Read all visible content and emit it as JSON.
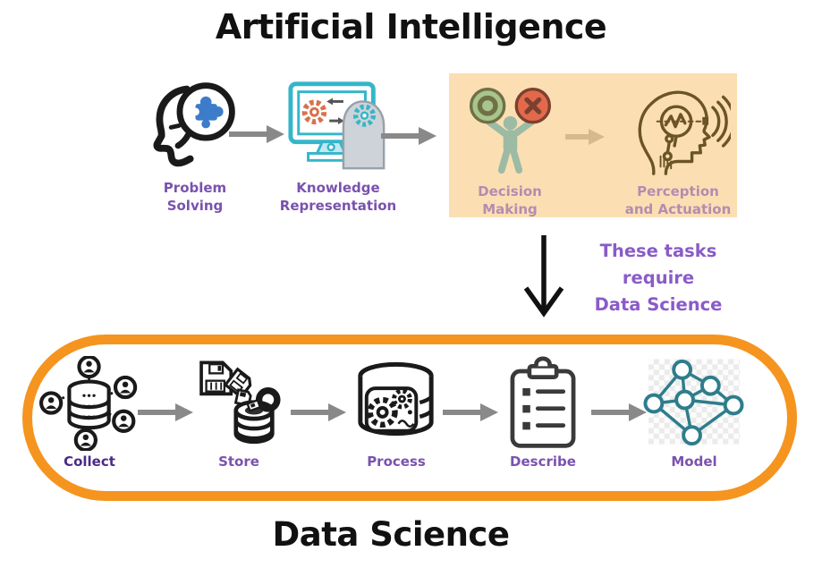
{
  "titles": {
    "top": "Artificial Intelligence",
    "bottom": "Data Science"
  },
  "connector": {
    "lines": [
      "These tasks",
      "require",
      "Data Science"
    ],
    "arrow": "down-arrow"
  },
  "ai_row": {
    "steps": [
      {
        "label": "Problem Solving",
        "icon": "head-puzzle-icon",
        "highlighted": false
      },
      {
        "label": "Knowledge Representation",
        "icon": "monitor-gears-icon",
        "highlighted": false
      },
      {
        "label": "Decision Making",
        "icon": "figure-choice-signs-icon",
        "highlighted": true
      },
      {
        "label": "Perception and Actuation",
        "icon": "cyborg-head-icon",
        "highlighted": true
      }
    ]
  },
  "ds_row": {
    "steps": [
      {
        "label": "Collect",
        "icon": "users-database-network-icon"
      },
      {
        "label": "Store",
        "icon": "floppy-disks-stack-icon"
      },
      {
        "label": "Process",
        "icon": "database-gears-icon"
      },
      {
        "label": "Describe",
        "icon": "clipboard-list-icon"
      },
      {
        "label": "Model",
        "icon": "graph-network-icon"
      }
    ]
  },
  "colors": {
    "label_purple": "#7A52AE",
    "label_muted_purple": "#B48CB0",
    "collect_label_purple": "#4B2B85",
    "note_purple": "#8A5BC8",
    "highlight_bg": "#FBDFB3",
    "pill_orange": "#F5941F",
    "arrow_gray": "#898989",
    "arrow_tan": "#D8B98C",
    "puzzle_blue": "#3D7CC9",
    "monitor_teal": "#35B6C9",
    "gear_orange": "#D9714E",
    "sign_green": "#A9C48D",
    "sign_red": "#E26A4B",
    "cyborg_brown": "#6B5426",
    "model_teal": "#2E7D8C"
  }
}
